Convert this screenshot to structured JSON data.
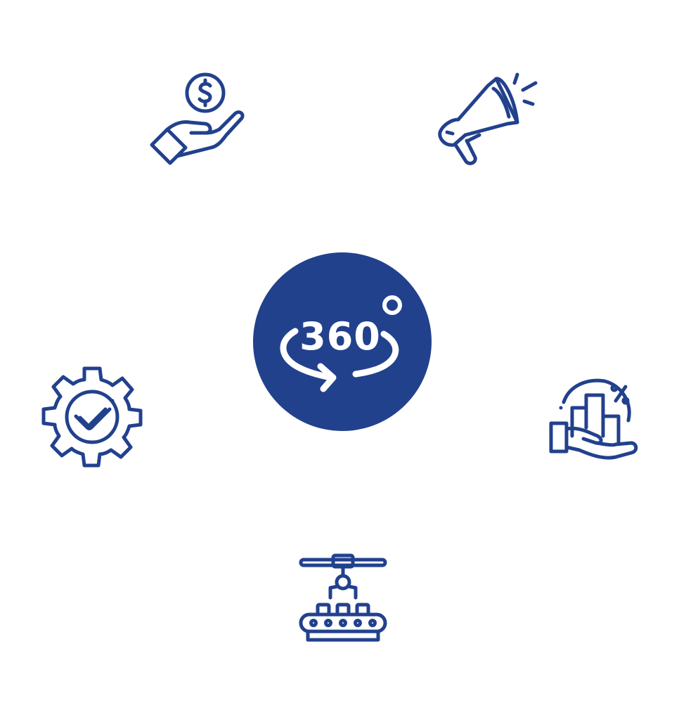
{
  "hub": {
    "label": "360",
    "icon": "rotate-360-icon"
  },
  "colors": {
    "primary": "#22418d",
    "background": "#ffffff"
  },
  "icons": [
    {
      "name": "hand-holding-dollar-icon",
      "position": "top-left"
    },
    {
      "name": "megaphone-icon",
      "position": "top-right"
    },
    {
      "name": "gear-check-icon",
      "position": "middle-left"
    },
    {
      "name": "hand-bar-chart-percent-icon",
      "position": "middle-right"
    },
    {
      "name": "robotic-arm-conveyor-icon",
      "position": "bottom"
    }
  ]
}
